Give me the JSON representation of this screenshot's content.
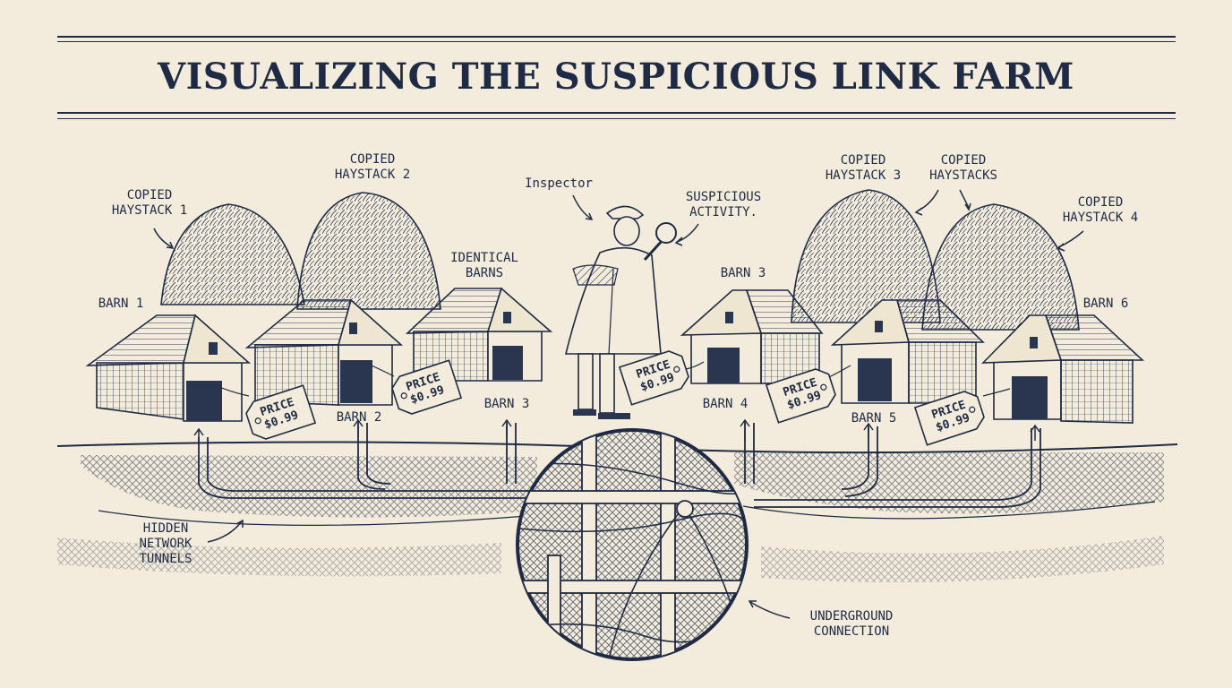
{
  "title": "VISUALIZING THE SUSPICIOUS LINK FARM",
  "labels": {
    "haystack1": [
      "COPIED",
      "HAYSTACK 1"
    ],
    "haystack2": [
      "COPIED",
      "HAYSTACK 2"
    ],
    "haystack3": [
      "COPIED",
      "HAYSTACK 3"
    ],
    "haystacks": [
      "COPIED",
      "HAYSTACKS"
    ],
    "haystack4": [
      "COPIED",
      "HAYSTACK 4"
    ],
    "inspector": "Inspector",
    "suspicious": [
      "SUSPICIOUS",
      "ACTIVITY."
    ],
    "identical": [
      "IDENTICAL",
      "BARNS"
    ],
    "barn1": "BARN 1",
    "barn2": "BARN 2",
    "barn3_bottom": "BARN 3",
    "barn3_top": "BARN 3",
    "barn4": "BARN 4",
    "barn5": "BARN 5",
    "barn6": "BARN 6",
    "tunnels": [
      "HIDDEN",
      "NETWORK",
      "TUNNELS"
    ],
    "underground": [
      "UNDERGROUND",
      "CONNECTION"
    ]
  },
  "price_tag": [
    "PRICE",
    "$0.99"
  ]
}
